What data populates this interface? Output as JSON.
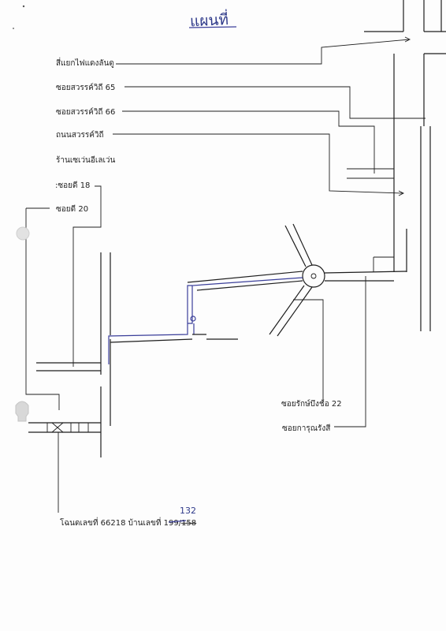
{
  "title": "แผนที่",
  "labels": {
    "intersection": "สี่แยกไฟแดงลันดู",
    "soi65": "ซอยสวรรค์วิถี  65",
    "soi66": "ซอยสวรรค์วิถี   66",
    "road": "ถนนสวรรค์วิถี",
    "seven": "ร้านเซเว่นอีเลเว่น",
    "soidee18": ":ซอยดี  18",
    "soidee20": "ซอยดี   20",
    "raksabueng22": "ซอยรักษ์บึงช้อ 22",
    "karunrangsi": "ซอยการุณรังสี"
  },
  "footer": {
    "deed": "โฉนดเลขที่ 66218  บ้านเลขที่ 199/",
    "old_number": "158",
    "new_number": "132"
  },
  "colors": {
    "ink": "#1e1e1e",
    "pen": "#2f3a8a"
  }
}
